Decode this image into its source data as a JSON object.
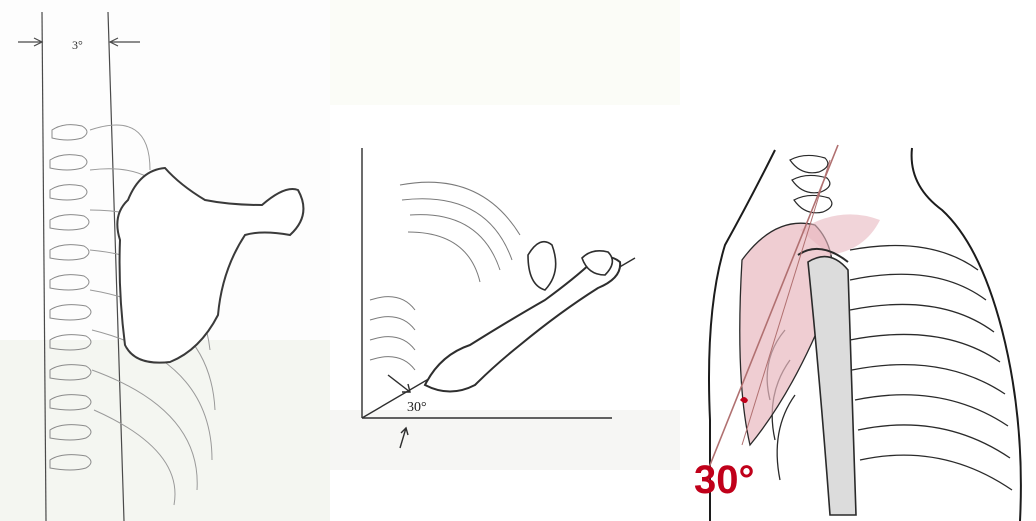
{
  "figures": [
    {
      "angle_label": "3°"
    },
    {
      "angle_label": "30°"
    },
    {
      "angle_label": "30°"
    }
  ],
  "colors": {
    "line_ink": "#4a4a4a",
    "tint": "#f2f5ec",
    "highlight_red": "#c0001a",
    "muscle_pink": "#e8b8bf",
    "reference_line": "#b07070"
  }
}
